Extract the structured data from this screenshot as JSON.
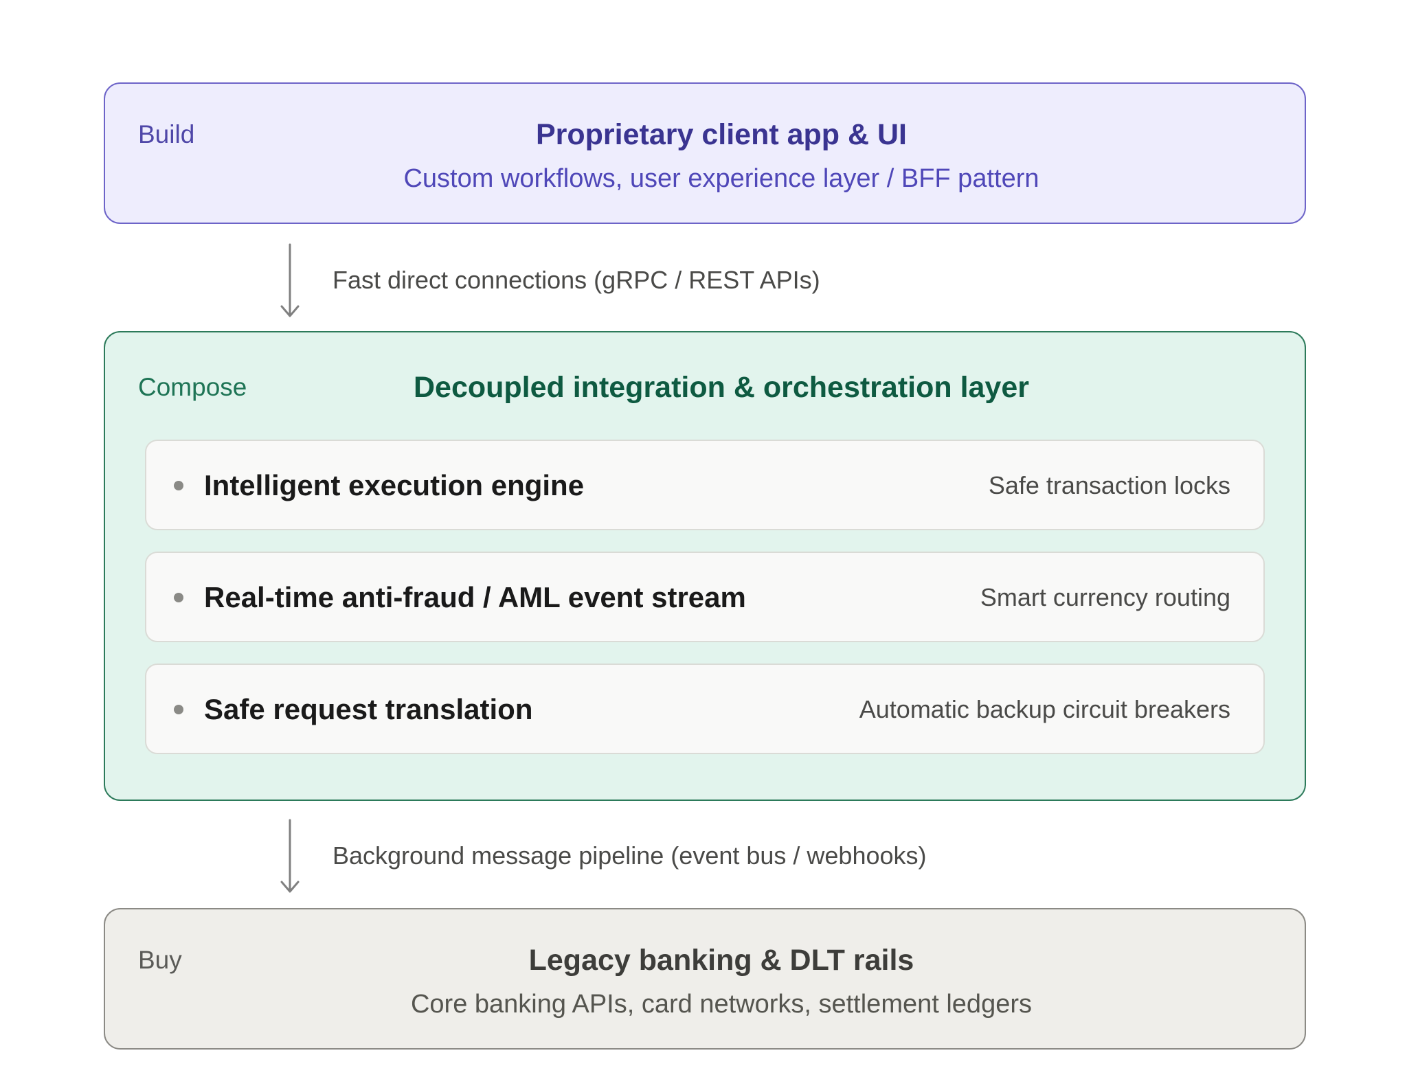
{
  "layers": {
    "build": {
      "tag": "Build",
      "title": "Proprietary client app & UI",
      "subtitle": "Custom workflows, user experience layer / BFF pattern",
      "accent": "#6d64c8",
      "fill": "#eeedfd"
    },
    "compose": {
      "tag": "Compose",
      "title": "Decoupled integration & orchestration layer",
      "accent": "#2c7a5a",
      "fill": "#e2f4ed",
      "items": [
        {
          "label": "Intelligent execution engine",
          "note": "Safe transaction locks"
        },
        {
          "label": "Real-time anti-fraud / AML event stream",
          "note": "Smart currency routing"
        },
        {
          "label": "Safe request translation",
          "note": "Automatic backup circuit breakers"
        }
      ]
    },
    "buy": {
      "tag": "Buy",
      "title": "Legacy banking & DLT rails",
      "subtitle": "Core banking APIs, card networks, settlement ledgers",
      "accent": "#8b8a85",
      "fill": "#efeeea"
    }
  },
  "connectors": [
    {
      "label": "Fast direct connections (gRPC / REST APIs)",
      "icon": "arrow-down-icon"
    },
    {
      "label": "Background message pipeline (event bus / webhooks)",
      "icon": "arrow-down-icon"
    }
  ]
}
